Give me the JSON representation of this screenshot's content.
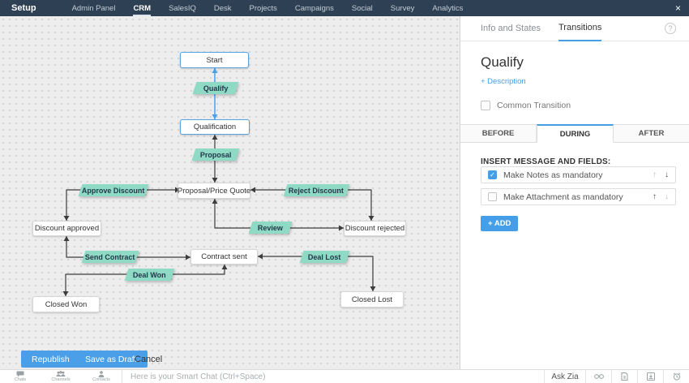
{
  "topnav": {
    "brand": "Setup",
    "items": [
      {
        "label": "Admin Panel",
        "active": false
      },
      {
        "label": "CRM",
        "active": true
      },
      {
        "label": "SalesIQ",
        "active": false
      },
      {
        "label": "Desk",
        "active": false
      },
      {
        "label": "Projects",
        "active": false
      },
      {
        "label": "Campaigns",
        "active": false
      },
      {
        "label": "Social",
        "active": false
      },
      {
        "label": "Survey",
        "active": false
      },
      {
        "label": "Analytics",
        "active": false
      }
    ],
    "close_icon": "×"
  },
  "flowchart": {
    "states": [
      {
        "label": "Start"
      },
      {
        "label": "Qualification"
      },
      {
        "label": "Proposal/Price Quote"
      },
      {
        "label": "Discount approved"
      },
      {
        "label": "Discount rejected"
      },
      {
        "label": "Contract sent"
      },
      {
        "label": "Closed Won"
      },
      {
        "label": "Closed Lost"
      }
    ],
    "transitions": [
      {
        "label": "Qualify"
      },
      {
        "label": "Proposal"
      },
      {
        "label": "Approve Discount"
      },
      {
        "label": "Reject Discount"
      },
      {
        "label": "Review"
      },
      {
        "label": "Send Contract"
      },
      {
        "label": "Deal Won"
      },
      {
        "label": "Deal Lost"
      }
    ]
  },
  "panel": {
    "header_tabs": [
      {
        "label": "Info and States",
        "active": false
      },
      {
        "label": "Transitions",
        "active": true
      }
    ],
    "help_icon": "?",
    "title": "Qualify",
    "description_link": "+ Description",
    "common_transition_label": "Common Transition",
    "stage_tabs": [
      {
        "label": "BEFORE",
        "active": false
      },
      {
        "label": "DURING",
        "active": true
      },
      {
        "label": "AFTER",
        "active": false
      }
    ],
    "section_heading": "INSERT MESSAGE AND FIELDS:",
    "items": [
      {
        "label": "Make Notes as mandatory",
        "checked": true
      },
      {
        "label": "Make Attachment as mandatory",
        "checked": false
      }
    ],
    "icons": {
      "up": "↑",
      "down": "↓",
      "check": "✓"
    },
    "add_button": "+ ADD"
  },
  "footer": {
    "republish": "Republish",
    "save_draft": "Save as Draft",
    "cancel": "Cancel"
  },
  "bottombar": {
    "chats_label": "Chats",
    "channels_label": "Channels",
    "contacts_label": "Contacts",
    "smart_chat_placeholder": "Here is your Smart Chat (Ctrl+Space)",
    "ask_zia": "Ask Zia"
  },
  "colors": {
    "accent_blue": "#459fe8",
    "transition_teal": "#8edac5",
    "navbar_dark": "#2e4154"
  }
}
